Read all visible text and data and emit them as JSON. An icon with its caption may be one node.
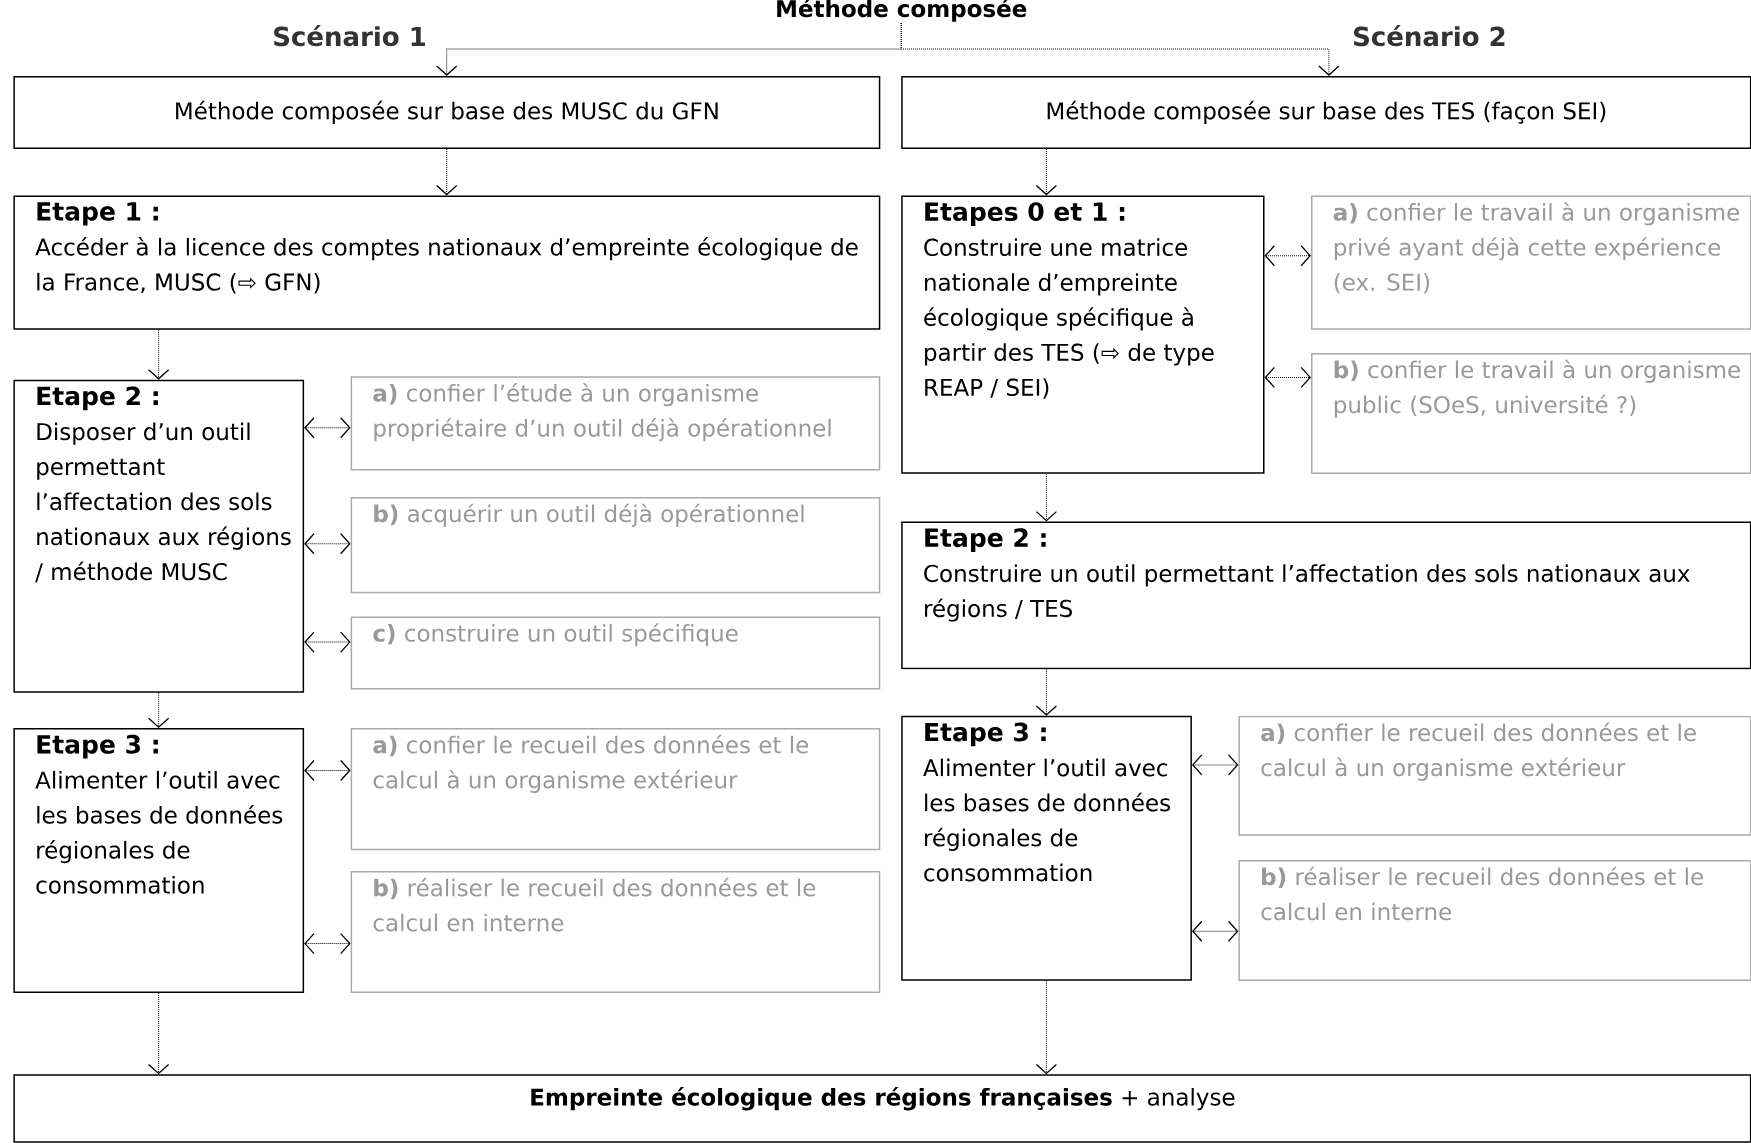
{
  "diagram": {
    "nodes": [
      {
        "text": [
          "Méthode composée"
        ]
      },
      {
        "text": [
          "Méthode composée sur base des MUSC du GFN"
        ],
        "beside": [
          "Scénario 1"
        ]
      },
      {
        "text": [
          "Méthode composée sur base des TES (façon SEI)"
        ],
        "beside": [
          "Scénario 2"
        ]
      },
      {
        "text": [
          "Etape 1 :",
          "Accéder à la licence des comptes nationaux d’empreinte écologique de la France, MUSC (⇨ GFN)"
        ]
      },
      {
        "text": [
          "Etape 2 :",
          "Disposer d’un outil permettant l’affectation des sols nationaux aux régions / méthode MUSC"
        ]
      },
      {
        "text": [
          "**a)** confier l’étude à un organisme propriétaire d’un outil déjà opérationnel"
        ]
      },
      {
        "text": [
          "**b)** acquérir un outil déjà opérationnel"
        ]
      },
      {
        "text": [
          "**c)** construire un outil spécifique"
        ]
      },
      {
        "text": [
          "Etape 3 :",
          "Alimenter l’outil avec les bases de données régionales de consommation"
        ]
      },
      {
        "text": [
          "**a)** confier le recueil des données et le calcul à un organisme extérieur"
        ]
      },
      {
        "text": [
          "**b)** réaliser le recueil des données et le calcul en interne"
        ]
      },
      {
        "text": [
          "Etapes 0 et 1 :",
          "Construire une matrice nationale d’empreinte écologique spécifique à partir des TES  (⇨ de type REAP / SEI)"
        ]
      },
      {
        "text": [
          "**a)** confier le travail à un organisme privé ayant déjà cette expérience (ex. SEI)"
        ]
      },
      {
        "text": [
          "**b)** confier le travail à un organisme public (SOeS, université ?)"
        ]
      },
      {
        "text": [
          "Etape 2 :",
          "Construire un outil permettant l’affectation des sols nationaux aux régions / TES"
        ]
      },
      {
        "text": [
          "Etape 3 :",
          "Alimenter l’outil avec les bases de données régionales de consommation"
        ]
      },
      {
        "text": [
          "**a)** confier le recueil des données et le calcul à un organisme extérieur"
        ]
      },
      {
        "text": [
          "**b)** réaliser le recueil des données et le calcul en interne"
        ]
      },
      {
        "text": [
          "**Empreinte écologique des régions françaises** + analyse"
        ]
      }
    ],
    "edges": [
      {
        "from": 0,
        "to": 1,
        "arrow": "to"
      },
      {
        "from": 0,
        "to": 2,
        "arrow": "to"
      },
      {
        "from": 1,
        "to": 3,
        "arrow": "to"
      },
      {
        "from": 3,
        "to": 4,
        "arrow": "to"
      },
      {
        "from": 4,
        "to": 5,
        "arrow": "both"
      },
      {
        "from": 4,
        "to": 6,
        "arrow": "both"
      },
      {
        "from": 4,
        "to": 7,
        "arrow": "both"
      },
      {
        "from": 4,
        "to": 8,
        "arrow": "to"
      },
      {
        "from": 8,
        "to": 9,
        "arrow": "both"
      },
      {
        "from": 8,
        "to": 10,
        "arrow": "both"
      },
      {
        "from": 8,
        "to": 18,
        "arrow": "to"
      },
      {
        "from": 2,
        "to": 11,
        "arrow": "to"
      },
      {
        "from": 11,
        "to": 12,
        "arrow": "both"
      },
      {
        "from": 11,
        "to": 13,
        "arrow": "both"
      },
      {
        "from": 11,
        "to": 14,
        "arrow": "to"
      },
      {
        "from": 14,
        "to": 15,
        "arrow": "to"
      },
      {
        "from": 15,
        "to": 16,
        "arrow": "both"
      },
      {
        "from": 15,
        "to": 17,
        "arrow": "both"
      },
      {
        "from": 15,
        "to": 18,
        "arrow": "to"
      }
    ]
  }
}
